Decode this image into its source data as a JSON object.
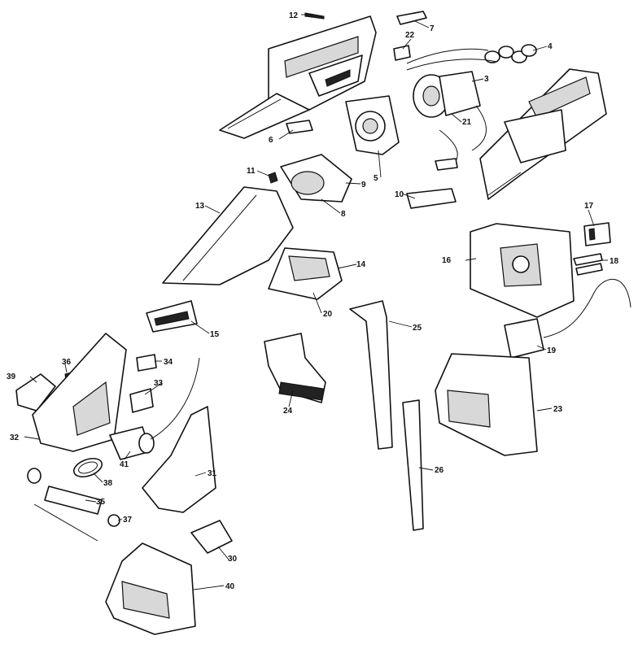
{
  "diagram": {
    "callouts": [
      "12",
      "7",
      "22",
      "4",
      "3",
      "21",
      "5",
      "6",
      "11",
      "9",
      "10",
      "8",
      "13",
      "17",
      "16",
      "18",
      "14",
      "20",
      "15",
      "36",
      "34",
      "39",
      "33",
      "25",
      "19",
      "24",
      "23",
      "32",
      "41",
      "31",
      "38",
      "35",
      "37",
      "26",
      "30",
      "40"
    ]
  }
}
